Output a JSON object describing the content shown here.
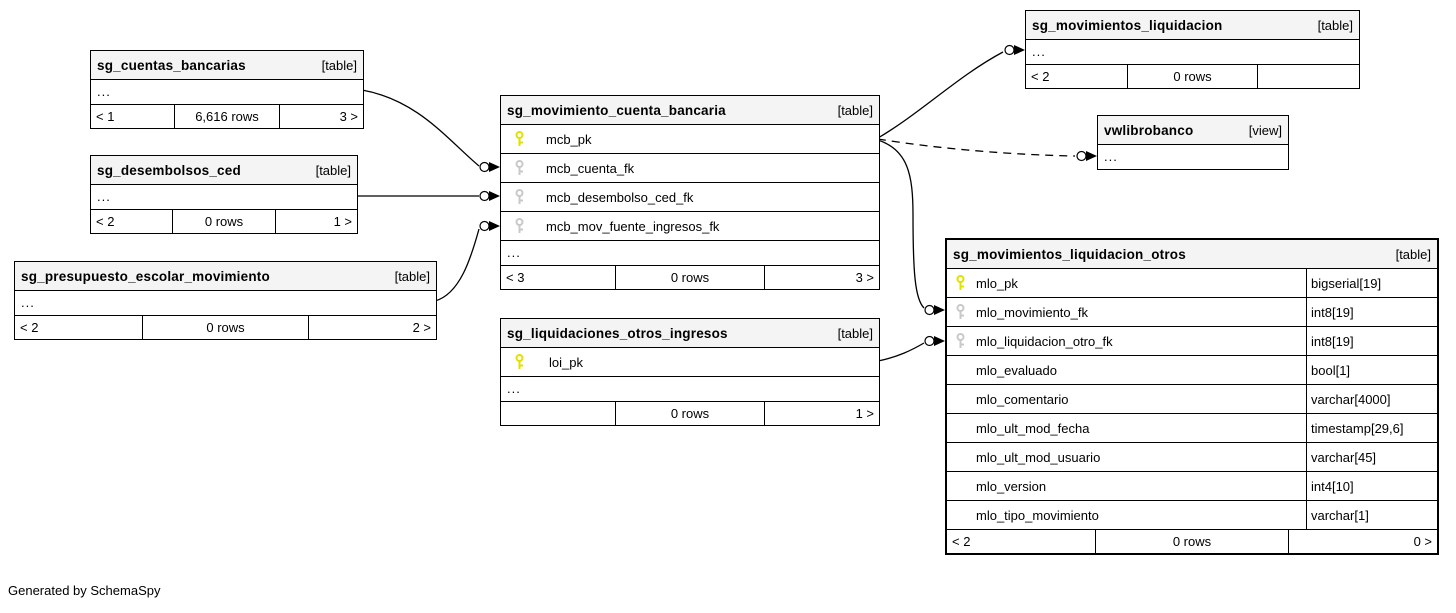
{
  "note": "Generated by SchemaSpy",
  "colors": {
    "primary_key": "#e1e100",
    "foreign_key": "#c9c9c9",
    "header_bg": "#f4f4f4",
    "line": "#000000"
  },
  "tables": {
    "cuentas": {
      "name": "sg_cuentas_bancarias",
      "kind": "[table]",
      "more": "...",
      "footer": {
        "prev": "< 1",
        "rows": "6,616 rows",
        "next": "3 >"
      }
    },
    "desembolsos": {
      "name": "sg_desembolsos_ced",
      "kind": "[table]",
      "more": "...",
      "footer": {
        "prev": "< 2",
        "rows": "0 rows",
        "next": "1 >"
      }
    },
    "presupuesto": {
      "name": "sg_presupuesto_escolar_movimiento",
      "kind": "[table]",
      "more": "...",
      "footer": {
        "prev": "< 2",
        "rows": "0 rows",
        "next": "2 >"
      }
    },
    "movimiento": {
      "name": "sg_movimiento_cuenta_bancaria",
      "kind": "[table]",
      "more": "...",
      "columns": [
        {
          "icon": "primary-key-icon",
          "name": "mcb_pk"
        },
        {
          "icon": "foreign-key-icon",
          "name": "mcb_cuenta_fk"
        },
        {
          "icon": "foreign-key-icon",
          "name": "mcb_desembolso_ced_fk"
        },
        {
          "icon": "foreign-key-icon",
          "name": "mcb_mov_fuente_ingresos_fk"
        }
      ],
      "footer": {
        "prev": "< 3",
        "rows": "0 rows",
        "next": "3 >"
      }
    },
    "movliq": {
      "name": "sg_movimientos_liquidacion",
      "kind": "[table]",
      "more": "...",
      "footer": {
        "prev": "< 2",
        "rows": "0 rows",
        "next": ""
      }
    },
    "vwlibrobanco": {
      "name": "vwlibrobanco",
      "kind": "[view]",
      "more": "..."
    },
    "mlo": {
      "name": "sg_movimientos_liquidacion_otros",
      "kind": "[table]",
      "columns": [
        {
          "icon": "primary-key-icon",
          "name": "mlo_pk",
          "type": "bigserial[19]"
        },
        {
          "icon": "foreign-key-icon",
          "name": "mlo_movimiento_fk",
          "type": "int8[19]"
        },
        {
          "icon": "foreign-key-icon",
          "name": "mlo_liquidacion_otro_fk",
          "type": "int8[19]"
        },
        {
          "icon": "none",
          "name": "mlo_evaluado",
          "type": "bool[1]"
        },
        {
          "icon": "none",
          "name": "mlo_comentario",
          "type": "varchar[4000]"
        },
        {
          "icon": "none",
          "name": "mlo_ult_mod_fecha",
          "type": "timestamp[29,6]"
        },
        {
          "icon": "none",
          "name": "mlo_ult_mod_usuario",
          "type": "varchar[45]"
        },
        {
          "icon": "none",
          "name": "mlo_version",
          "type": "int4[10]"
        },
        {
          "icon": "none",
          "name": "mlo_tipo_movimiento",
          "type": "varchar[1]"
        }
      ],
      "footer": {
        "prev": "< 2",
        "rows": "0 rows",
        "next": "0 >"
      }
    },
    "liquidaciones": {
      "name": "sg_liquidaciones_otros_ingresos",
      "kind": "[table]",
      "more": "...",
      "columns": [
        {
          "icon": "primary-key-icon",
          "name": "loi_pk"
        }
      ],
      "footer": {
        "prev": "",
        "rows": "0 rows",
        "next": "1 >"
      }
    }
  }
}
